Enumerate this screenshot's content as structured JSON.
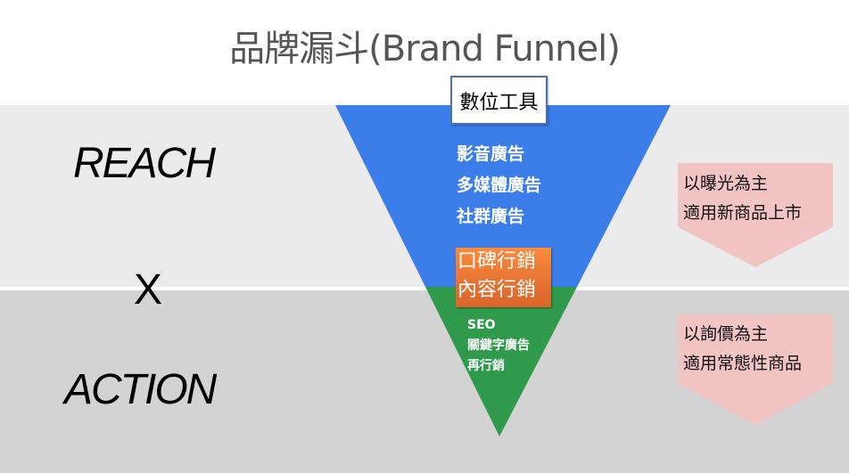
{
  "title": "品牌漏斗(Brand Funnel)",
  "left_labels": {
    "reach": "REACH",
    "x": "X",
    "action": "ACTION"
  },
  "funnel": {
    "top_box": "數位工具",
    "blue_items": [
      "影音廣告",
      "多媒體廣告",
      "社群廣告"
    ],
    "orange_items": [
      "口碑行銷",
      "內容行銷"
    ],
    "green_items": [
      "SEO",
      "關鍵字廣告",
      "再行銷"
    ]
  },
  "notes": {
    "reach": [
      "以曝光為主",
      "適用新商品上市"
    ],
    "action": [
      "以詢價為主",
      "適用常態性商品"
    ]
  },
  "colors": {
    "blue": "#3b7de9",
    "green": "#2f9a4c",
    "orange": "#f07f36",
    "pink": "#f2c4c4"
  }
}
